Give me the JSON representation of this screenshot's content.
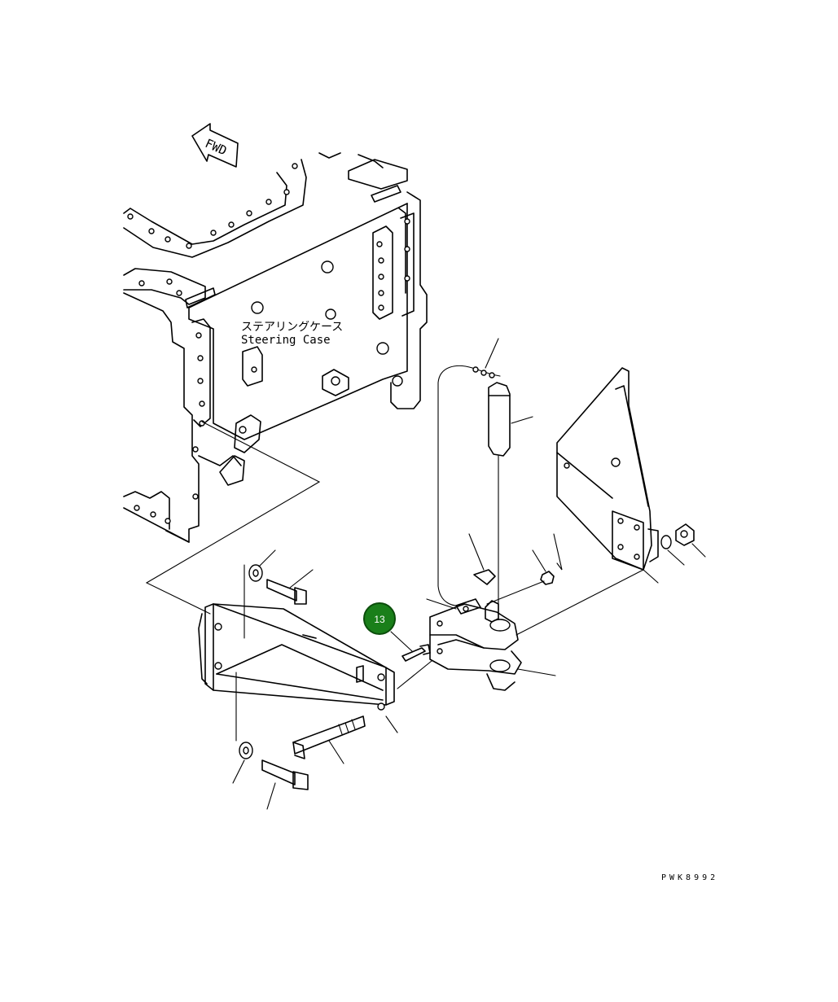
{
  "fwd_label": "FWD",
  "steering_case": {
    "label_jp": "ステアリングケース",
    "label_en": "Steering Case"
  },
  "callouts": [
    {
      "number": "13",
      "fill": "#1a7f1a",
      "ring": "#0b4d0b"
    }
  ],
  "drawing_code": "PWK8992"
}
